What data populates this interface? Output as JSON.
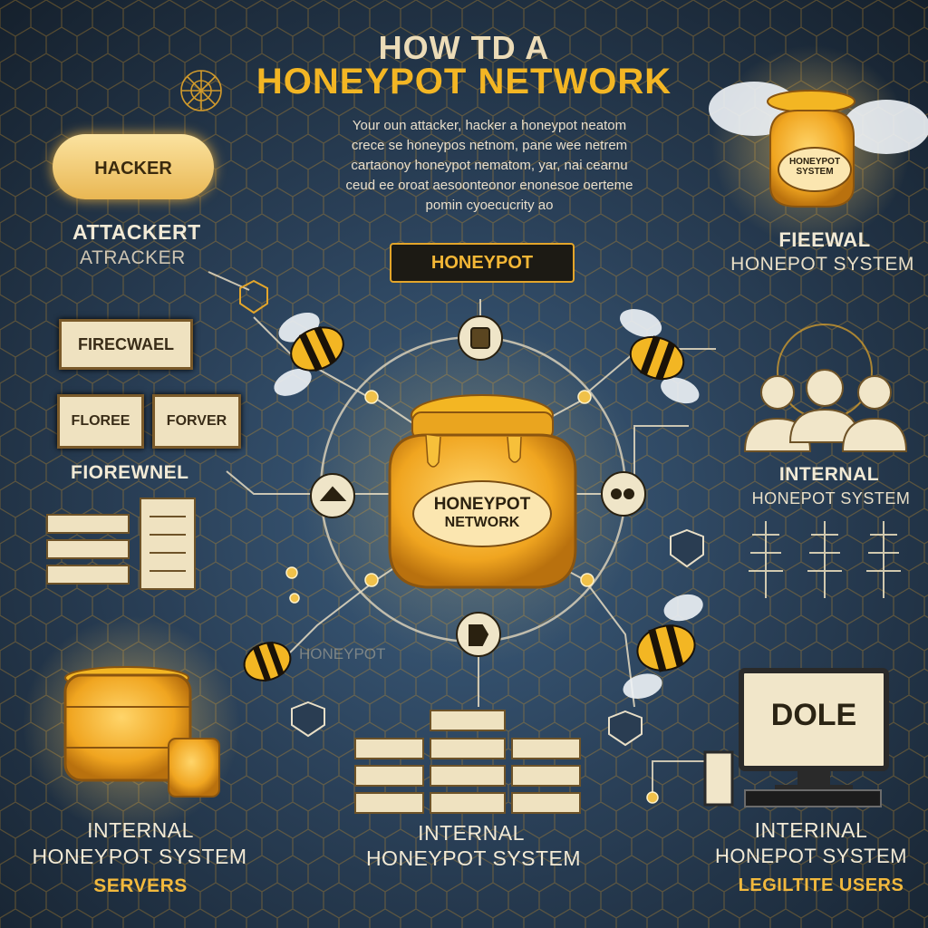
{
  "title": {
    "line1": "HOW TD A",
    "line2": "HONEYPOT NETWORK"
  },
  "intro": "Your oun attacker, hacker a honeypot neatom\ncrece se honeypos netnom, pane wee netrem\ncartaonoy honeypot nematom, yar, nai cearnu\nceud ee oroat aesoonteonor enonesoe oerteme\npomin cyoecucrity ao",
  "hacker": {
    "cloud_label": "HACKER",
    "label1": "ATTACKERT",
    "label2": "ATRACKER"
  },
  "firewall_left": {
    "box_main": "FIRECWAEL",
    "box_a": "FLOREE",
    "box_b": "FORVER",
    "label": "FIOREWNEL"
  },
  "center": {
    "tag": "HONEYPOT",
    "jar_line1": "HONEYPOT",
    "jar_line2": "NETWORK",
    "faint_label": "HONEYPOT"
  },
  "top_right_jar": {
    "line1": "HONEYPOT",
    "line2": "SYSTEM",
    "label1": "FIEEWAL",
    "label2": "HONEPOT SYSTEM"
  },
  "right_middle": {
    "label1": "INTERNAL",
    "label2": "HONEPOT SYSTEM"
  },
  "bottom": {
    "left": {
      "line1": "INTERNAL",
      "line2": "HONEYPOT SYSTEM",
      "line3": "SERVERS"
    },
    "center": {
      "line1": "INTERNAL",
      "line2": "HONEYPOT SYSTEM"
    },
    "right": {
      "line1": "INTERINAL",
      "line2": "HONEPOT SYSTEM",
      "line3": "LEGILTITE USERS",
      "monitor": "DOLE"
    }
  },
  "icons": [
    "honeycomb-background-icon",
    "spider-web-icon",
    "bee-icon",
    "honey-jar-icon",
    "server-rack-icon",
    "shield-icon",
    "users-icon",
    "monitor-icon",
    "network-node-icon"
  ],
  "colors": {
    "honey": "#f3b624",
    "dark": "#15202c",
    "blue": "#3d5f80",
    "cream": "#efe2c0"
  }
}
